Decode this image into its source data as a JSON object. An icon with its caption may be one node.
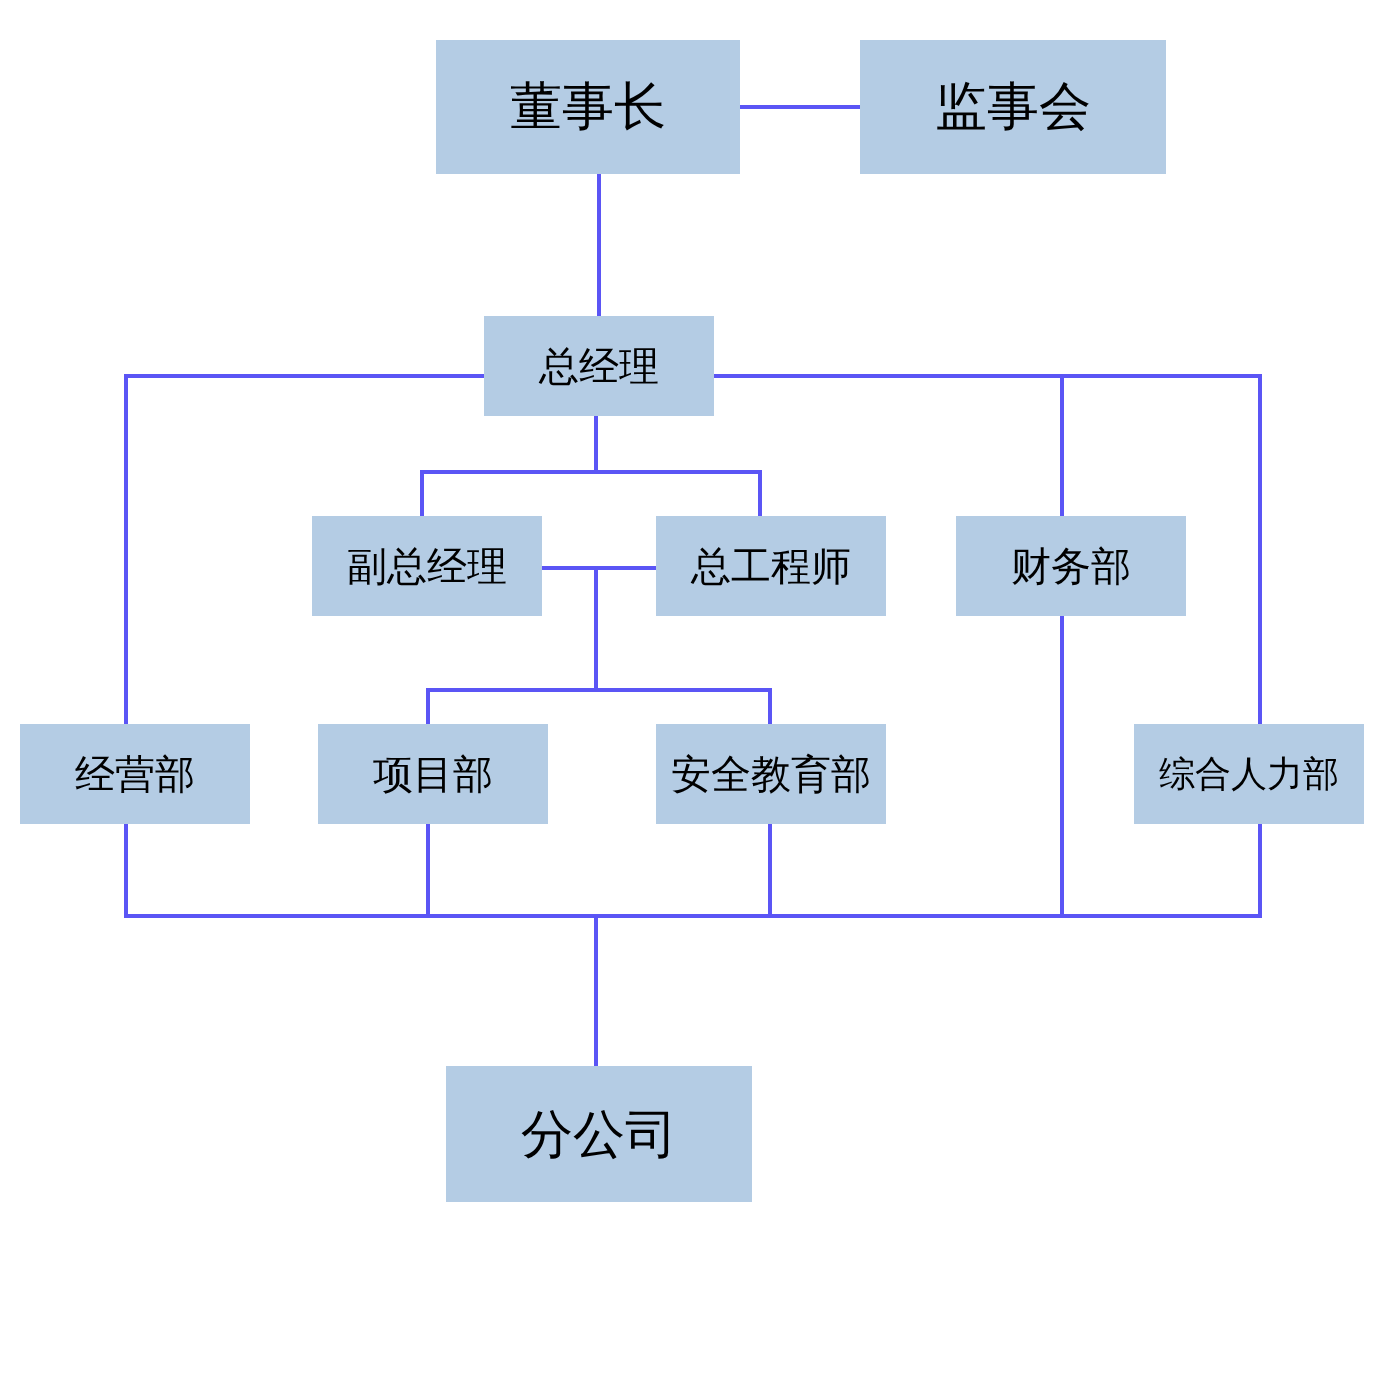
{
  "diagram": {
    "nodes": [
      {
        "text": [
          "董事长"
        ]
      },
      {
        "text": [
          "监事会"
        ]
      },
      {
        "text": [
          "总经理"
        ]
      },
      {
        "text": [
          "副总经理"
        ]
      },
      {
        "text": [
          "总工程师"
        ]
      },
      {
        "text": [
          "财务部"
        ]
      },
      {
        "text": [
          "经营部"
        ]
      },
      {
        "text": [
          "项目部"
        ]
      },
      {
        "text": [
          "安全教育部"
        ]
      },
      {
        "text": [
          "综合人力部"
        ]
      },
      {
        "text": [
          "分公司"
        ]
      }
    ],
    "edges": [
      {
        "from": 0,
        "to": 1,
        "arrow": "none"
      },
      {
        "from": 0,
        "to": 2,
        "arrow": "none"
      },
      {
        "from": 2,
        "to": 6,
        "arrow": "none"
      },
      {
        "from": 2,
        "to": 5,
        "arrow": "none"
      },
      {
        "from": 2,
        "to": 9,
        "arrow": "none"
      },
      {
        "from": 2,
        "to": 3,
        "arrow": "none"
      },
      {
        "from": 2,
        "to": 4,
        "arrow": "none"
      },
      {
        "from": 3,
        "to": 7,
        "arrow": "none"
      },
      {
        "from": 3,
        "to": 8,
        "arrow": "none"
      },
      {
        "from": 4,
        "to": 7,
        "arrow": "none"
      },
      {
        "from": 4,
        "to": 8,
        "arrow": "none"
      },
      {
        "from": 6,
        "to": 10,
        "arrow": "none"
      },
      {
        "from": 7,
        "to": 10,
        "arrow": "none"
      },
      {
        "from": 8,
        "to": 10,
        "arrow": "none"
      },
      {
        "from": 5,
        "to": 10,
        "arrow": "none"
      },
      {
        "from": 9,
        "to": 10,
        "arrow": "none"
      }
    ]
  }
}
